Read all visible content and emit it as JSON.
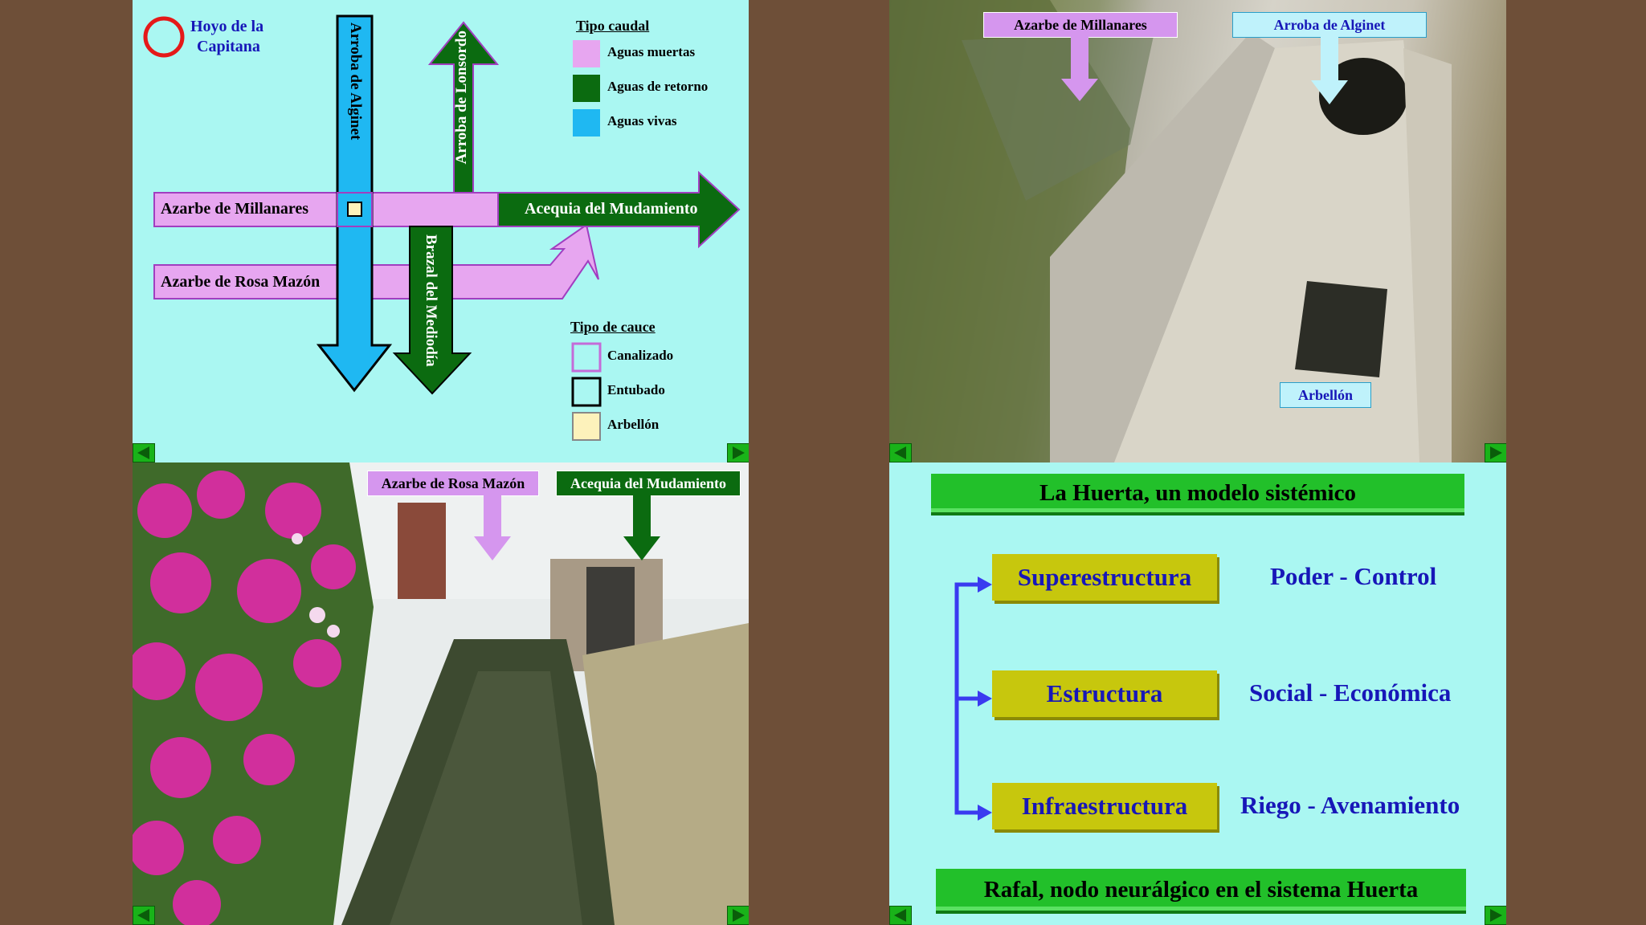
{
  "colors": {
    "background": "#6e4f38",
    "panel_bg": "#aaf7f2",
    "aguas_muertas": "#e7a6f0",
    "aguas_retorno": "#0b6b10",
    "aguas_vivas": "#1fb8f2",
    "arbellon": "#fdf2bb",
    "title_green": "#22c02a",
    "box_yellow": "#c7c70d",
    "text_blue": "#1717b8"
  },
  "diagram": {
    "hoyo": "Hoyo de la",
    "hoyo2": "Capitana",
    "arroba_alginet": "Arroba de Alginet",
    "arroba_lonsordo": "Arroba de Lonsordo",
    "brazal": "Brazal del Mediodía",
    "azarbe_millanares": "Azarbe de Millanares",
    "azarbe_rosa": "Azarbe de Rosa Mazón",
    "acequia": "Acequia del Mudamiento",
    "legend1_title": "Tipo caudal",
    "legend1": [
      "Aguas muertas",
      "Aguas de retorno",
      "Aguas vivas"
    ],
    "legend2_title": "Tipo de cauce",
    "legend2": [
      "Canalizado",
      "Entubado",
      "Arbellón"
    ]
  },
  "photo1": {
    "label_left": "Azarbe de Millanares",
    "label_right": "Arroba de Alginet",
    "label_bottom": "Arbellón"
  },
  "photo2": {
    "label_left": "Azarbe de Rosa Mazón",
    "label_right": "Acequia del Mudamiento"
  },
  "systemic": {
    "title": "La Huerta, un modelo sistémico",
    "rows": [
      {
        "box": "Superestructura",
        "right": "Poder - Control"
      },
      {
        "box": "Estructura",
        "right": "Social - Económica"
      },
      {
        "box": "Infraestructura",
        "right": "Riego - Avenamiento"
      }
    ],
    "footer": "Rafal, nodo neurálgico en el sistema Huerta"
  },
  "icons": [
    "prev-arrow-icon",
    "next-arrow-icon",
    "circle-icon",
    "arrow-down-icon"
  ]
}
